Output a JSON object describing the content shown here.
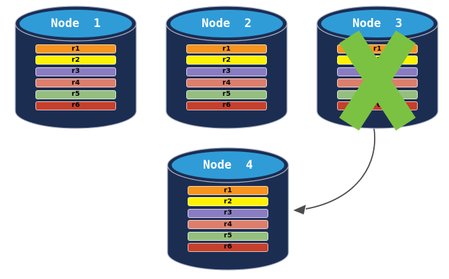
{
  "colors": {
    "cylinder_body": "#1C2D52",
    "cylinder_top": "#2F9CD8",
    "cylinder_outline": "#AAB2C4",
    "node_title": "#FFFFFF",
    "failure_x": "#7CC242",
    "arrow": "#4D4D4D"
  },
  "replicas": [
    {
      "label": "r1",
      "color": "#F7941D"
    },
    {
      "label": "r2",
      "color": "#FFF200"
    },
    {
      "label": "r3",
      "color": "#8A7CC0"
    },
    {
      "label": "r4",
      "color": "#DD7E6B"
    },
    {
      "label": "r5",
      "color": "#94BF7E"
    },
    {
      "label": "r6",
      "color": "#C4402C"
    }
  ],
  "nodes": [
    {
      "title": "Node  1",
      "failed": false
    },
    {
      "title": "Node  2",
      "failed": false
    },
    {
      "title": "Node  3",
      "failed": true
    },
    {
      "title": "Node  4",
      "failed": false
    }
  ]
}
